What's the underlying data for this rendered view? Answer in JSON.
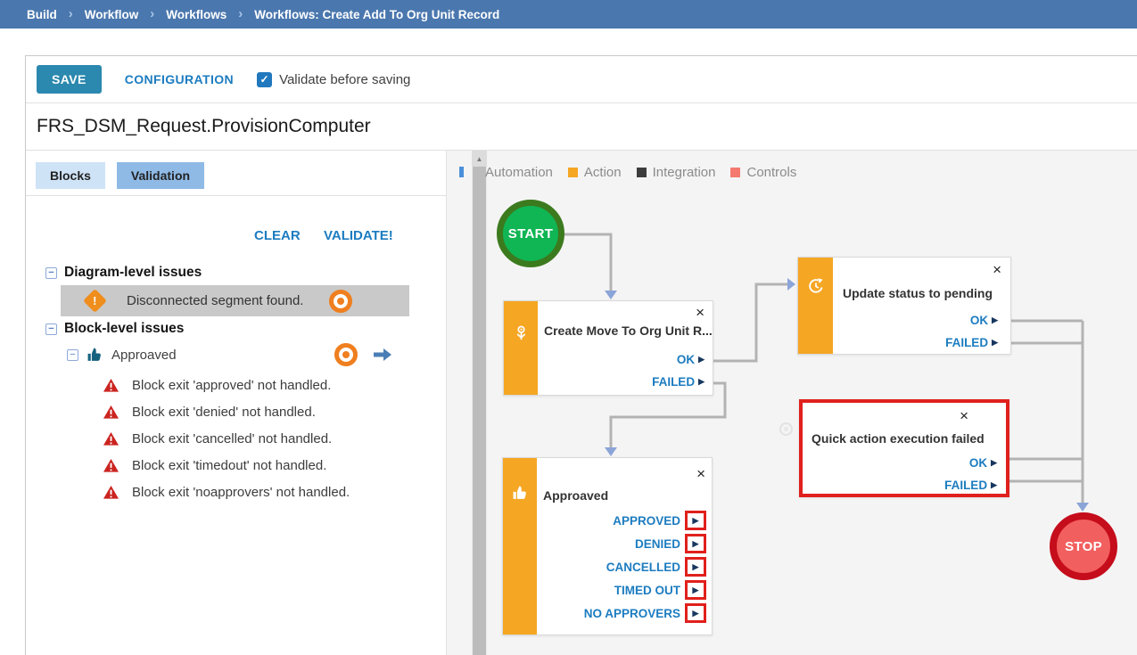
{
  "breadcrumb": {
    "separator": "›",
    "items": [
      "Build",
      "Workflow",
      "Workflows",
      "Workflows: Create Add To Org Unit Record"
    ]
  },
  "toolbar": {
    "save_label": "SAVE",
    "configuration_label": "CONFIGURATION",
    "validate_checkbox_label": "Validate before saving",
    "validate_checked": true
  },
  "page_title": "FRS_DSM_Request.ProvisionComputer",
  "panel": {
    "tabs": [
      {
        "label": "Blocks",
        "active": false
      },
      {
        "label": "Validation",
        "active": true
      }
    ],
    "actions": {
      "clear_label": "CLEAR",
      "validate_label": "VALIDATE!"
    },
    "tree": {
      "diagram_issues_header": "Diagram-level issues",
      "diagram_issue_text": "Disconnected segment found.",
      "block_issues_header": "Block-level issues",
      "approved_group_label": "Approaved",
      "block_issues": [
        "Block exit 'approved' not handled.",
        "Block exit 'denied' not handled.",
        "Block exit 'cancelled' not handled.",
        "Block exit 'timedout' not handled.",
        "Block exit 'noapprovers' not handled."
      ]
    }
  },
  "diagram": {
    "legend": [
      {
        "label": "Automation",
        "color": "#4a90d9"
      },
      {
        "label": "Action",
        "color": "#f5a623"
      },
      {
        "label": "Integration",
        "color": "#3d3d3d"
      },
      {
        "label": "Controls",
        "color": "#f4796f"
      }
    ],
    "start_label": "START",
    "stop_label": "STOP",
    "blocks": {
      "create": {
        "title": "Create Move To Org Unit R...",
        "exits": [
          "OK",
          "FAILED"
        ]
      },
      "update": {
        "title": "Update status to pending",
        "exits": [
          "OK",
          "FAILED"
        ]
      },
      "quick": {
        "title": "Quick action execution failed",
        "exits": [
          "OK",
          "FAILED"
        ],
        "highlighted": true
      },
      "approved": {
        "title": "Approaved",
        "exits": [
          "APPROVED",
          "DENIED",
          "CANCELLED",
          "TIMED OUT",
          "NO APPROVERS"
        ],
        "exit_arrows_highlighted": true
      }
    },
    "colors": {
      "action_orange": "#f5a623",
      "highlight_red": "#e0201c",
      "start_fill": "#10b554",
      "start_ring": "#3c7a1e",
      "stop_fill": "#f25f5f",
      "stop_ring": "#c50d1c",
      "connector_gray": "#b3b3b3",
      "arrowhead_blue": "#8ca5d8",
      "exit_text_blue": "#1c7cc0",
      "bullseye_orange": "#ef7f1f",
      "save_button": "#2b88ae",
      "breadcrumb_bar": "#4a77ae",
      "selected_row_gray": "#c9c9c9"
    }
  },
  "icons": {
    "close": "×",
    "collapse_minus": "−",
    "check": "✓",
    "exit_arrow": "▶",
    "scroll_up": "▲",
    "warning_exclamation": "!"
  }
}
